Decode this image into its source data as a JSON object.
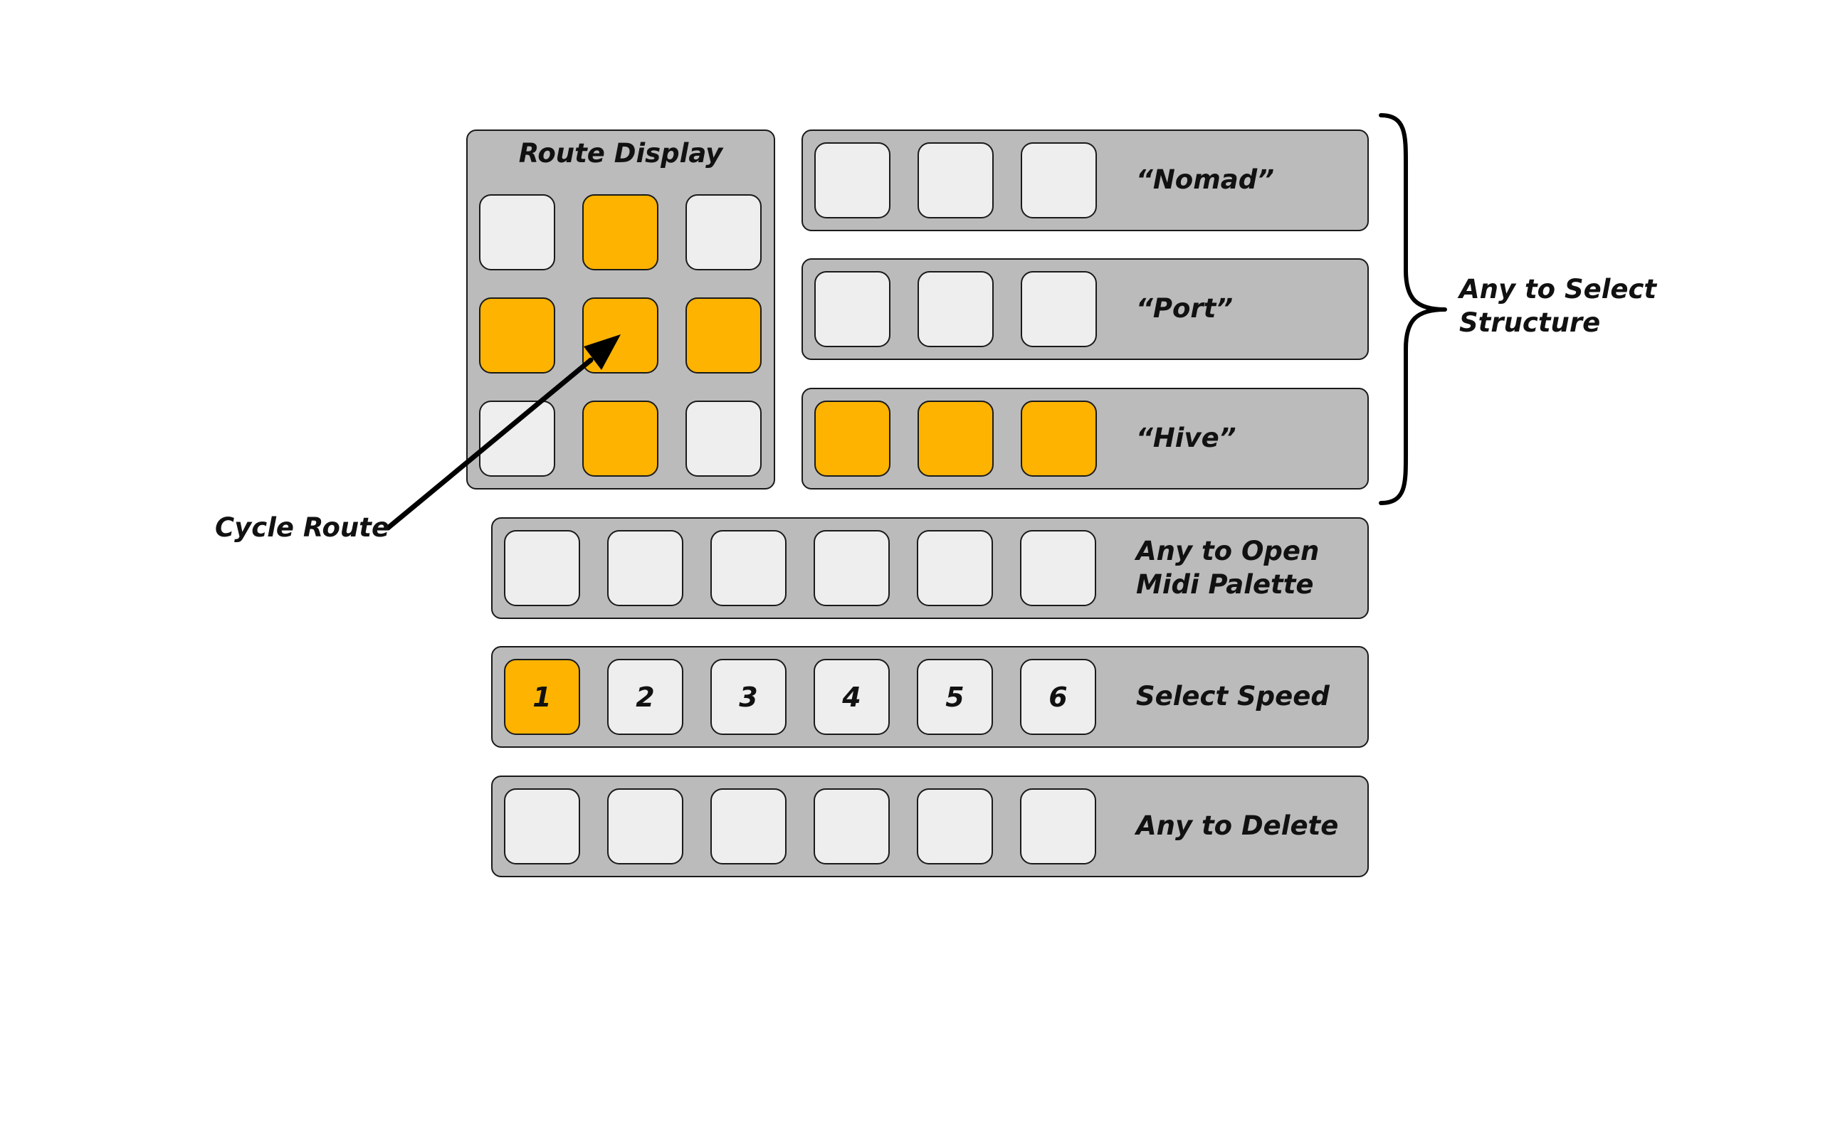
{
  "route_display": {
    "title": "Route Display",
    "grid": [
      false,
      true,
      false,
      true,
      true,
      true,
      false,
      true,
      false
    ]
  },
  "structures": [
    {
      "label": "“Nomad”",
      "pads": [
        false,
        false,
        false
      ]
    },
    {
      "label": "“Port”",
      "pads": [
        false,
        false,
        false
      ]
    },
    {
      "label": "“Hive”",
      "pads": [
        true,
        true,
        true
      ]
    }
  ],
  "structure_note": {
    "line1": "Any to Select",
    "line2": "Structure"
  },
  "midi_row": {
    "line1": "Any to Open",
    "line2": "Midi Palette",
    "pads": [
      false,
      false,
      false,
      false,
      false,
      false
    ]
  },
  "speed_row": {
    "label": "Select Speed",
    "pads": [
      "1",
      "2",
      "3",
      "4",
      "5",
      "6"
    ],
    "selected": 1
  },
  "delete_row": {
    "label": "Any to Delete",
    "pads": [
      false,
      false,
      false,
      false,
      false,
      false
    ]
  },
  "cycle_route": {
    "label": "Cycle Route"
  },
  "colors": {
    "active": "#fdb300",
    "inactive": "#eeeeee",
    "panel": "#bbbbbb"
  }
}
